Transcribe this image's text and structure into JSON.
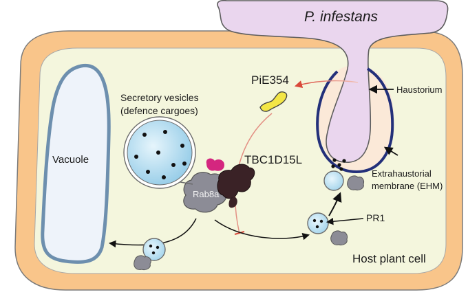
{
  "labels": {
    "pathogen": "P. infestans",
    "effector": "PiE354",
    "haustorium": "Haustorium",
    "vesicles_line1": "Secretory vesicles",
    "vesicles_line2": "(defence cargoes)",
    "vacuole": "Vacuole",
    "tbc": "TBC1D15L",
    "rab": "Rab8a",
    "ehm_line1": "Extrahaustorial",
    "ehm_line2": "membrane (EHM)",
    "pr1": "PR1",
    "host_cell": "Host plant cell"
  },
  "colors": {
    "cell_wall": "#f9c58a",
    "cell_wall_stroke": "#7a7a7a",
    "cytoplasm": "#f4f6dd",
    "vacuole_fill": "#eef3fa",
    "vacuole_stroke": "#6d8fae",
    "pathogen": "#ead6ee",
    "pathogen_stroke": "#5d5d5d",
    "haustorium_inner": "#fbe9d8",
    "ehm": "#23307a",
    "vesicle_fill": "#bfe3f5",
    "rab": "#8c8c96",
    "tbc": "#3a2226",
    "magenta": "#d4267f",
    "effector": "#f3e646",
    "inhibition_arrow": "#d9493a"
  }
}
